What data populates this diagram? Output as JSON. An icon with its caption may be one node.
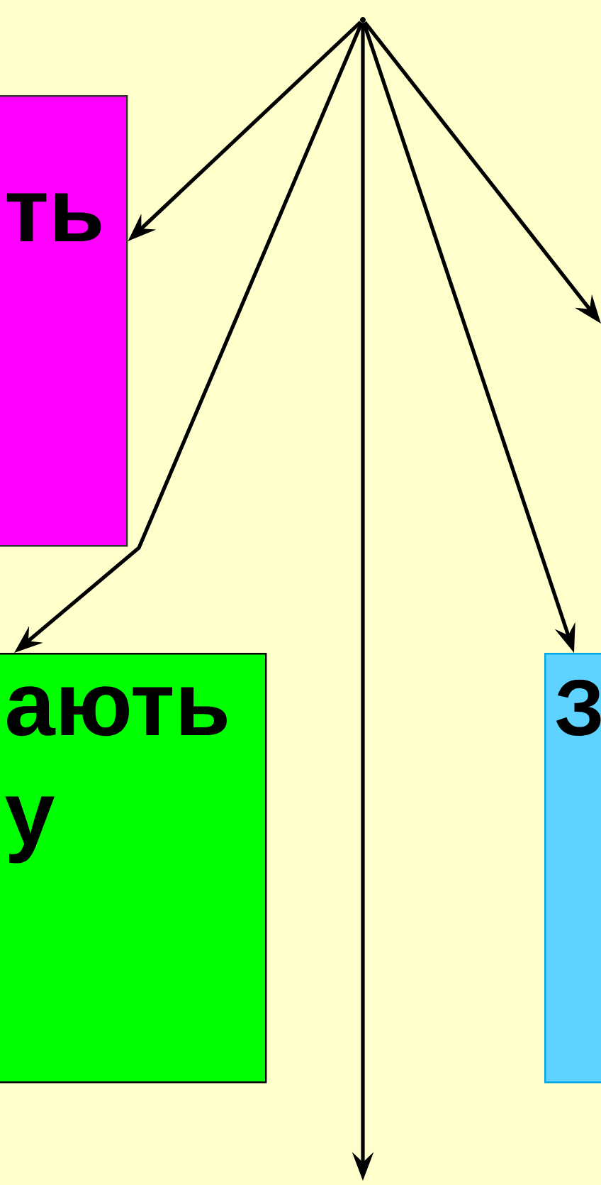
{
  "diagram": {
    "nodes": [
      {
        "text": [
          "ть"
        ]
      },
      {
        "text": [
          "ають у"
        ]
      },
      {
        "text": [
          "З"
        ]
      },
      {
        "text": [],
        "shape": "point"
      }
    ],
    "edges": [
      {
        "from": 3,
        "to": 0,
        "arrow": "to"
      },
      {
        "from": 3,
        "to": 1,
        "arrow": "to"
      },
      {
        "from": 3,
        "to": null,
        "arrow": "to"
      },
      {
        "from": 3,
        "to": 2,
        "arrow": "to"
      },
      {
        "from": 3,
        "to": null,
        "arrow": "to"
      }
    ]
  }
}
